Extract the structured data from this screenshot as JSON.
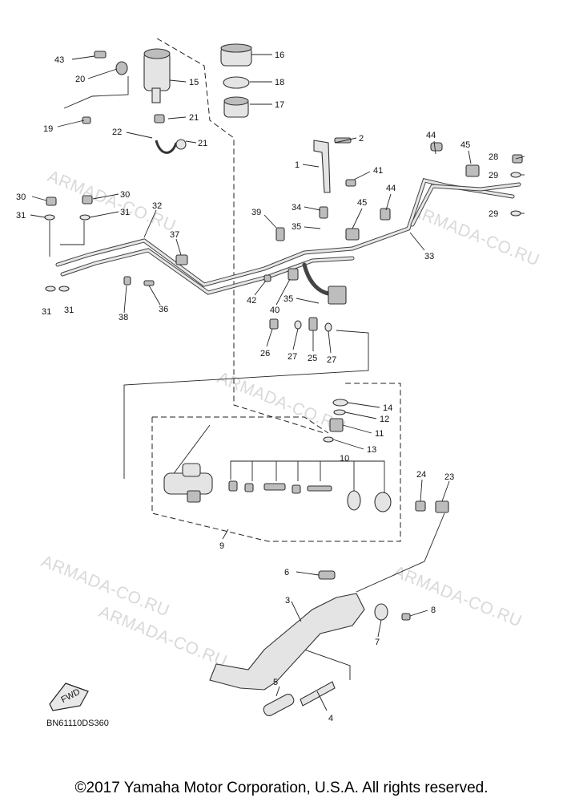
{
  "watermarks": [
    "ARMADA-CO.RU",
    "ARMADA-CO.RU",
    "ARMADA-CO.RU",
    "ARMADA-CO.RU",
    "ARMADA-CO.RU",
    "ARMADA-CO.RU"
  ],
  "callouts": {
    "c43": "43",
    "c20": "20",
    "c19": "19",
    "c15": "15",
    "c16": "16",
    "c18": "18",
    "c17": "17",
    "c21a": "21",
    "c21b": "21",
    "c22": "22",
    "c2": "2",
    "c1": "1",
    "c41": "41",
    "c44a": "44",
    "c45a": "45",
    "c28": "28",
    "c29a": "29",
    "c29b": "29",
    "c44b": "44",
    "c45b": "45",
    "c30a": "30",
    "c30b": "30",
    "c31a": "31",
    "c31b": "31",
    "c31c": "31",
    "c31d": "31",
    "c32": "32",
    "c37": "37",
    "c39": "39",
    "c34": "34",
    "c35a": "35",
    "c33": "33",
    "c36": "36",
    "c38": "38",
    "c42": "42",
    "c40": "40",
    "c35b": "35",
    "c26": "26",
    "c27a": "27",
    "c25": "25",
    "c27b": "27",
    "c14": "14",
    "c12": "12",
    "c11": "11",
    "c13": "13",
    "c10": "10",
    "c24": "24",
    "c23": "23",
    "c9": "9",
    "c6": "6",
    "c3": "3",
    "c8": "8",
    "c7": "7",
    "c5": "5",
    "c4": "4"
  },
  "fwd_label": "FWD",
  "diagram_code": "BN61110DS360",
  "copyright": "©2017 Yamaha Motor Corporation, U.S.A. All rights reserved."
}
